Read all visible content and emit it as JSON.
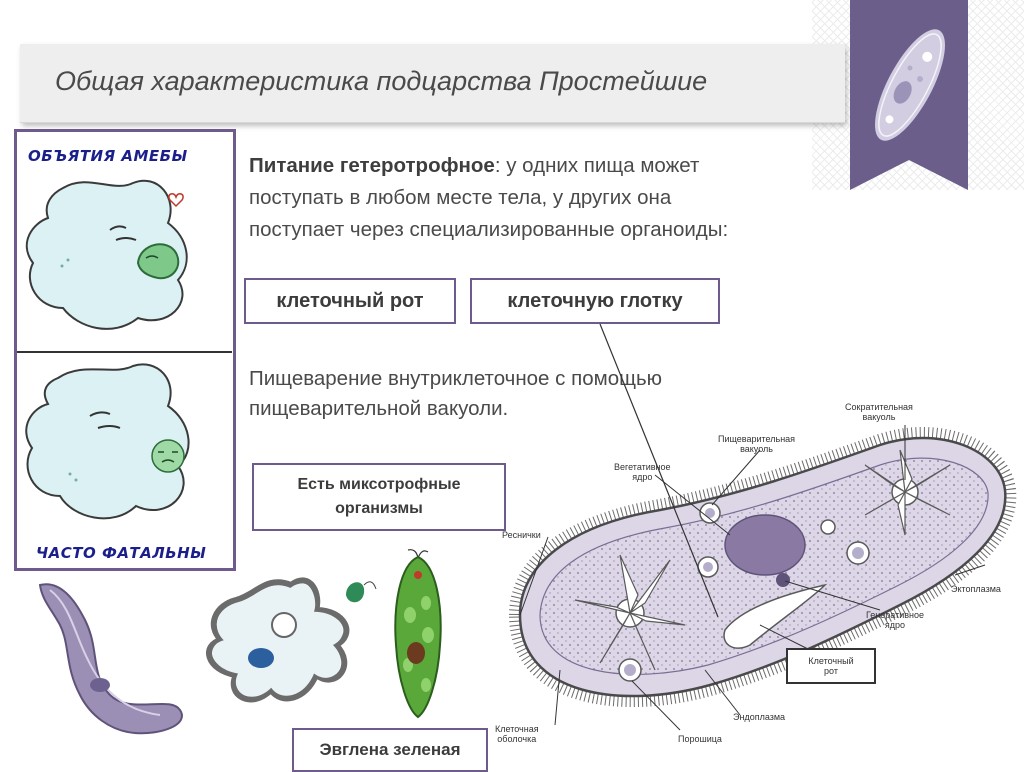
{
  "title": "Общая характеристика подцарства Простейшие",
  "comic": {
    "top_caption": "ОБЪЯТИЯ АМЕБЫ",
    "bottom_caption": "ЧАСТО ФАТАЛЬНЫ"
  },
  "nutrition": {
    "heading": "Питание гетеротрофное",
    "text": ": у одних пища может поступать в любом месте тела, у других она поступает через специализированные органоиды:"
  },
  "organelles": {
    "mouth": "клеточный рот",
    "pharynx": "клеточную глотку"
  },
  "digestion": "Пищеварение внутриклеточное с помощью пищеварительной вакуоли.",
  "mixotroph": {
    "line1": "Есть миксотрофные",
    "line2": "организмы"
  },
  "euglena_label": "Эвглена зеленая",
  "diagram_labels": {
    "contractile_1": "Сократительная",
    "contractile_2": "вакуоль",
    "digestive_1": "Пищеварительная",
    "digestive_2": "вакуоль",
    "macronucleus_1": "Вегетативное",
    "macronucleus_2": "ядро",
    "cilia": "Реснички",
    "ectoplasm": "Эктоплазма",
    "micronucleus_1": "Генеративное",
    "micronucleus_2": "ядро",
    "mouth_1": "Клеточный",
    "mouth_2": "рот",
    "endoplasm": "Эндоплазма",
    "pellicle_1": "Клеточная",
    "pellicle_2": "оболочка",
    "anal_pore": "Порошица"
  },
  "colors": {
    "accent": "#6f5a8d",
    "ribbon": "#6b5e8a",
    "amoeba_fill": "#d9f0f4",
    "cell_fill": "#e2dbe9",
    "nucleus": "#8a7aa3"
  }
}
